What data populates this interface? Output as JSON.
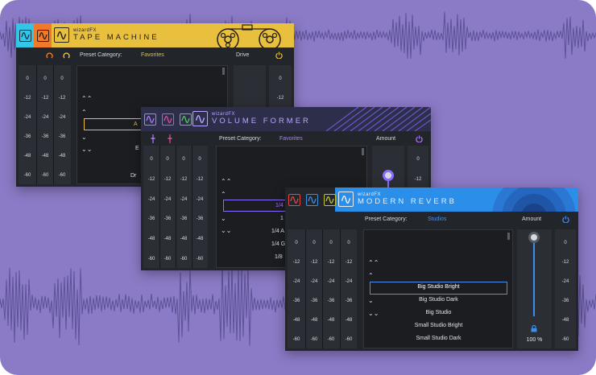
{
  "meter_ticks": [
    "0",
    "-12",
    "-24",
    "-36",
    "-48",
    "-60"
  ],
  "tape_machine": {
    "brand_small": "wizardFX",
    "brand_name": "TAPE MACHINE",
    "header_color": "#e9bf3e",
    "preset_category_label": "Preset Category:",
    "preset_category_value": "Favorites",
    "drive_label": "Drive",
    "partial_selected": "A",
    "partial_item_1": "E",
    "partial_item_2": "Dr"
  },
  "volume_former": {
    "brand_small": "wizardFX",
    "brand_name": "VOLUME FORMER",
    "header_color": "#2d2e4a",
    "accent": "#b07cff",
    "preset_category_label": "Preset Category:",
    "preset_category_value": "Favorites",
    "amount_label": "Amount",
    "items": [
      "1/4",
      "1",
      "1/4 A",
      "1/4 G",
      "1/8"
    ]
  },
  "modern_reverb": {
    "brand_small": "wizardFX",
    "brand_name": "MODERN REVERB",
    "header_color": "#2b8ee8",
    "accent": "#4a8ef0",
    "preset_category_label": "Preset Category:",
    "preset_category_value": "Studios",
    "amount_label": "Amount",
    "amount_value": "100 %",
    "amount_level": 1.0,
    "presets": [
      "Big Studio Bright",
      "Big Studio Dark",
      "Big Studio",
      "Small Studio Bright",
      "Small Studio Dark"
    ],
    "selected_index": 0
  },
  "tab_colors": {
    "cyan": "#33c6e6",
    "orange": "#f07a2a",
    "yellow": "#e9bf3e",
    "purple": "#b07cff",
    "pink": "#e0509a",
    "green": "#4fd15a",
    "red": "#e94646",
    "blue": "#3a8fe8",
    "olive": "#c9c030"
  }
}
